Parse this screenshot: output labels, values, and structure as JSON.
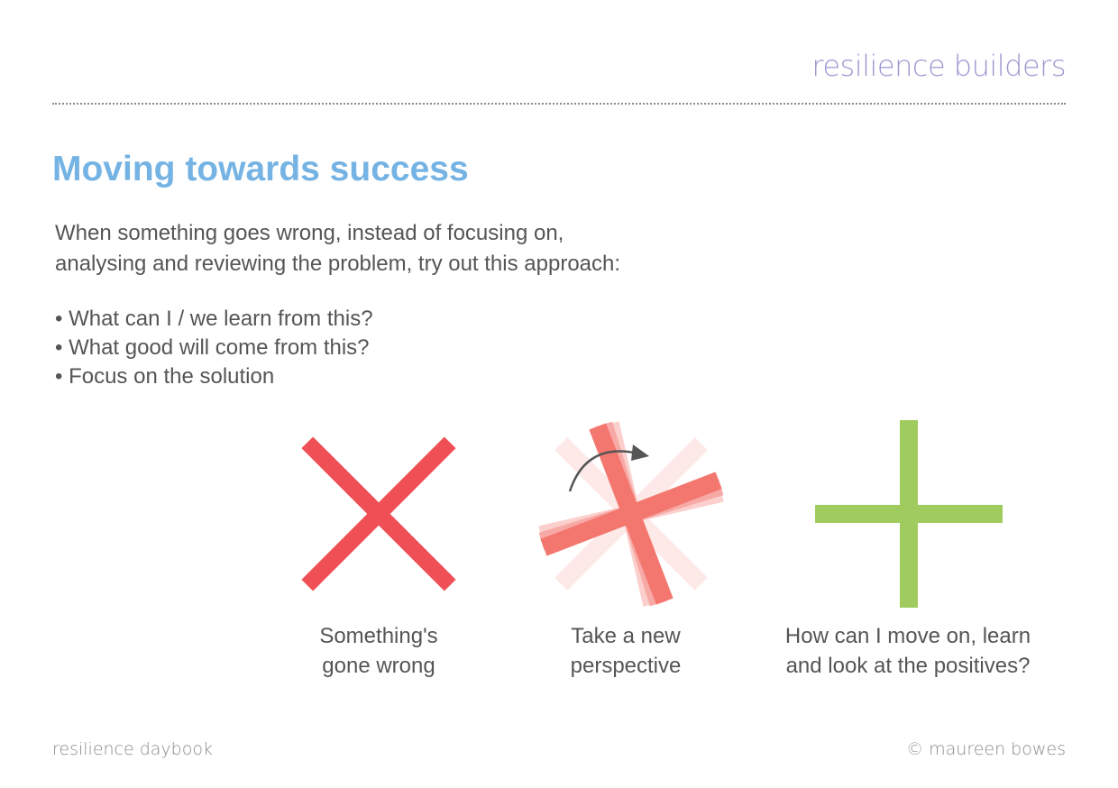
{
  "header": {
    "brand": "resilience builders"
  },
  "title": "Moving towards success",
  "intro": [
    "When something goes wrong, instead of focusing on,",
    "analysing and reviewing the problem, try out this approach:"
  ],
  "bullets": [
    "• What can I / we learn from this?",
    "• What good will come from this?",
    "• Focus on the solution"
  ],
  "stages": [
    {
      "icon": "cross-icon",
      "color": "#ef5056",
      "caption": [
        "Something's",
        "gone wrong"
      ]
    },
    {
      "icon": "rotating-cross-icon",
      "color": "#f3776f",
      "caption": [
        "Take a new",
        "perspective"
      ]
    },
    {
      "icon": "plus-icon",
      "color": "#a0cc5f",
      "caption": [
        "How can I move on, learn",
        "and look at the positives?"
      ]
    }
  ],
  "footer": {
    "left": "resilience daybook",
    "right": "© maureen bowes"
  }
}
